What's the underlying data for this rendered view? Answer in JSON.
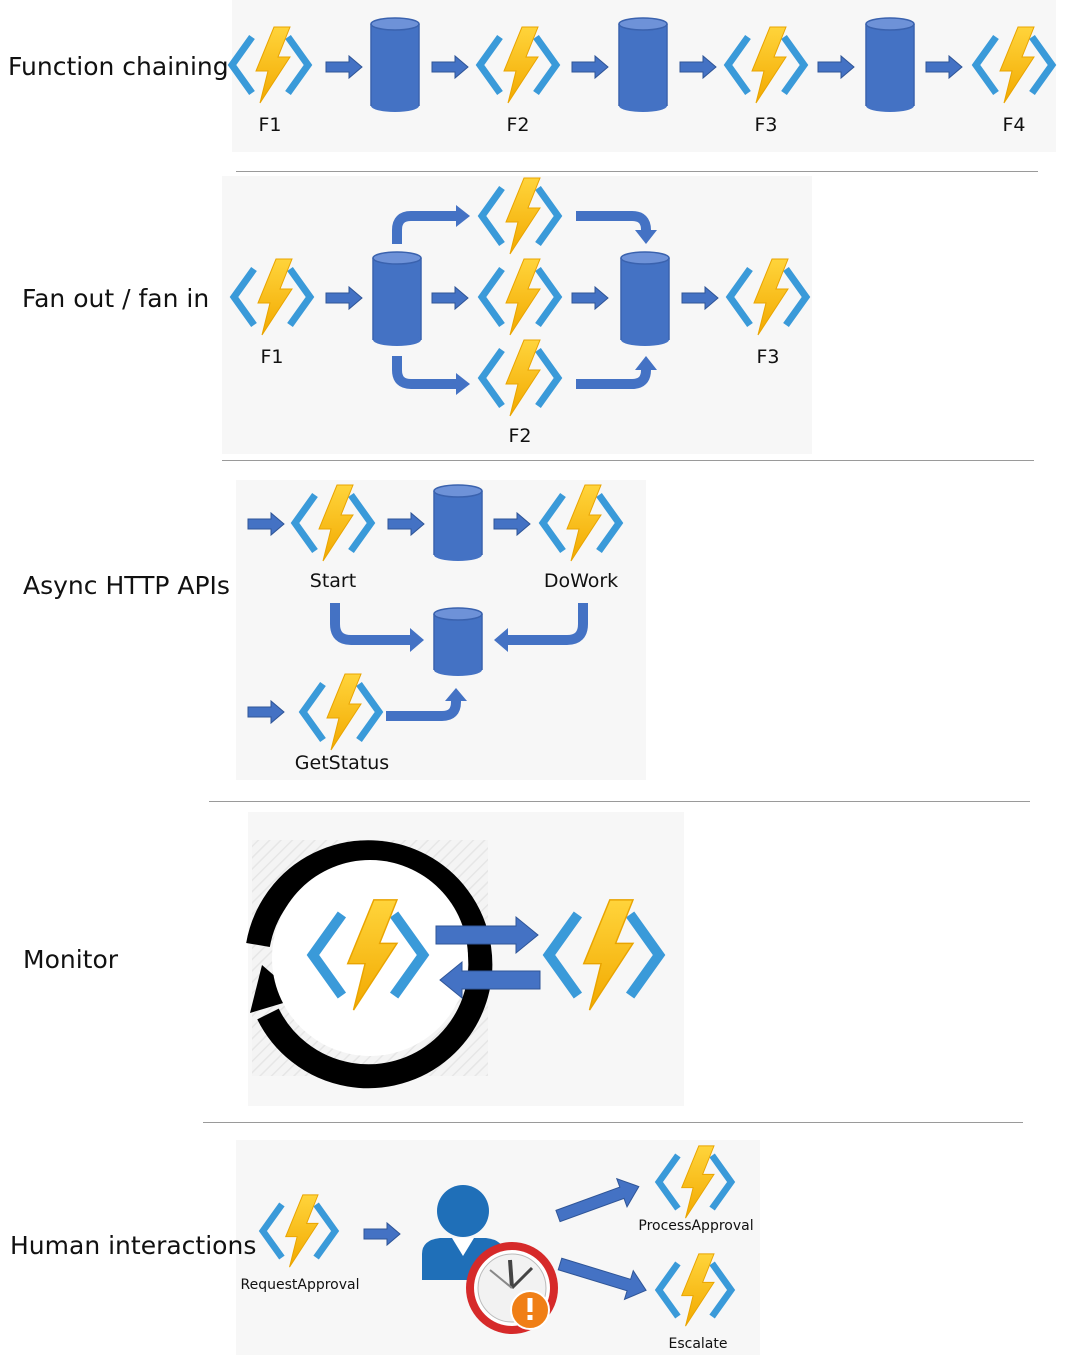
{
  "sections": {
    "chaining": {
      "title": "Function chaining",
      "labels": [
        "F1",
        "F2",
        "F3",
        "F4"
      ]
    },
    "fanout": {
      "title": "Fan out / fan in",
      "labels": [
        "F1",
        "F2",
        "F3"
      ]
    },
    "async": {
      "title": "Async HTTP APIs",
      "labels": [
        "Start",
        "DoWork",
        "GetStatus"
      ]
    },
    "monitor": {
      "title": "Monitor"
    },
    "human": {
      "title": "Human interactions",
      "labels": [
        "RequestApproval",
        "ProcessApproval",
        "Escalate"
      ]
    }
  },
  "colors": {
    "arrow": "#4472C4",
    "cylinder": "#4472C4",
    "bolt": "#F9C21A",
    "bracket": "#3A9AD9",
    "person": "#1F6FB8",
    "clock_ring": "#D62A2A",
    "alert": "#F07F16"
  },
  "icons": [
    "azure-function-icon",
    "storage-cylinder-icon",
    "right-arrow-icon",
    "bent-arrow-icon",
    "loop-arrow-icon",
    "person-icon",
    "clock-alert-icon"
  ]
}
